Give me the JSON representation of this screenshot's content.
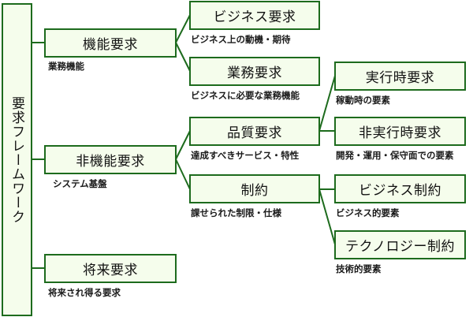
{
  "root": {
    "label": "要求フレームワーク"
  },
  "functional": {
    "label": "機能要求",
    "desc": "業務機能",
    "children": [
      {
        "label": "ビジネス要求",
        "desc": "ビジネス上の動機・期待"
      },
      {
        "label": "業務要求",
        "desc": "ビジネスに必要な業務機能"
      }
    ]
  },
  "nonfunctional": {
    "label": "非機能要求",
    "desc": "システム基盤",
    "quality": {
      "label": "品質要求",
      "desc": "達成すべきサービス・特性",
      "children": [
        {
          "label": "実行時要求",
          "desc": "稼動時の要素"
        },
        {
          "label": "非実行時要求",
          "desc": "開発・運用・保守面での要素"
        }
      ]
    },
    "constraint": {
      "label": "制約",
      "desc": "課せられた制限・仕様",
      "children": [
        {
          "label": "ビジネス制約",
          "desc": "ビジネス的要素"
        },
        {
          "label": "テクノロジー制約",
          "desc": "技術的要素"
        }
      ]
    }
  },
  "future": {
    "label": "将来要求",
    "desc": "将来され得る要求"
  },
  "colors": {
    "border": "#1d6b1d",
    "fill": "#f5fdec"
  }
}
